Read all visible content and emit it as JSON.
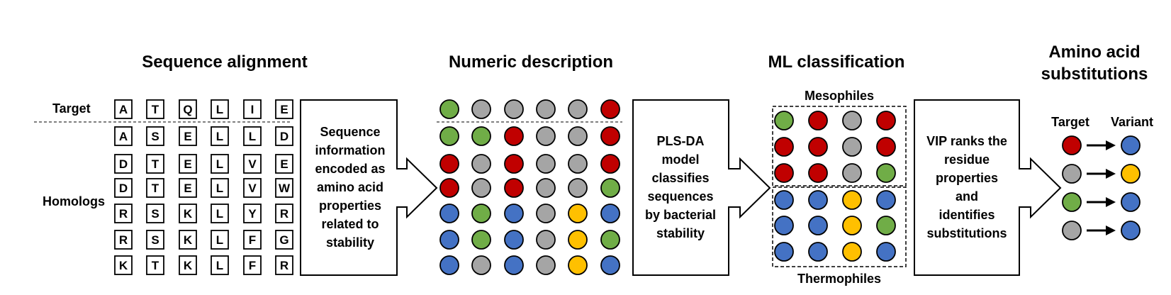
{
  "colors": {
    "green": "#70AD47",
    "gray": "#A5A5A5",
    "red": "#C00000",
    "blue": "#4472C4",
    "yellow": "#FFC000"
  },
  "sections": {
    "alignment": "Sequence alignment",
    "numeric": "Numeric description",
    "ml": "ML classification",
    "substitutions_line1": "Amino acid",
    "substitutions_line2": "substitutions"
  },
  "alignment": {
    "target_label": "Target",
    "homologs_label": "Homologs",
    "target": [
      "A",
      "T",
      "Q",
      "L",
      "I",
      "E"
    ],
    "homologs": [
      [
        "A",
        "S",
        "E",
        "L",
        "L",
        "D"
      ],
      [
        "D",
        "T",
        "E",
        "L",
        "V",
        "E"
      ],
      [
        "D",
        "T",
        "E",
        "L",
        "V",
        "W"
      ],
      [
        "R",
        "S",
        "K",
        "L",
        "Y",
        "R"
      ],
      [
        "R",
        "S",
        "K",
        "L",
        "F",
        "G"
      ],
      [
        "K",
        "T",
        "K",
        "L",
        "F",
        "R"
      ]
    ]
  },
  "process_boxes": {
    "encode": [
      "Sequence",
      "information",
      "encoded as",
      "amino acid",
      "properties",
      "related to",
      "stability"
    ],
    "plsda": [
      "PLS-DA",
      "model",
      "classifies",
      "sequences",
      "by bacterial",
      "stability"
    ],
    "vip": [
      "VIP ranks the",
      "residue",
      "properties",
      "and",
      "identifies",
      "substitutions"
    ]
  },
  "numeric": {
    "target": [
      "green",
      "gray",
      "gray",
      "gray",
      "gray",
      "red"
    ],
    "homologs": [
      [
        "green",
        "green",
        "red",
        "gray",
        "gray",
        "red"
      ],
      [
        "red",
        "gray",
        "red",
        "gray",
        "gray",
        "red"
      ],
      [
        "red",
        "gray",
        "red",
        "gray",
        "gray",
        "green"
      ],
      [
        "blue",
        "green",
        "blue",
        "gray",
        "yellow",
        "blue"
      ],
      [
        "blue",
        "green",
        "blue",
        "gray",
        "yellow",
        "green"
      ],
      [
        "blue",
        "gray",
        "blue",
        "gray",
        "yellow",
        "blue"
      ]
    ]
  },
  "classification": {
    "mesophiles_label": "Mesophiles",
    "thermophiles_label": "Thermophiles",
    "mesophiles": [
      [
        "green",
        "red",
        "gray",
        "red"
      ],
      [
        "red",
        "red",
        "gray",
        "red"
      ],
      [
        "red",
        "red",
        "gray",
        "green"
      ]
    ],
    "thermophiles": [
      [
        "blue",
        "blue",
        "yellow",
        "blue"
      ],
      [
        "blue",
        "blue",
        "yellow",
        "green"
      ],
      [
        "blue",
        "blue",
        "yellow",
        "blue"
      ]
    ]
  },
  "substitutions": {
    "target_label": "Target",
    "variant_label": "Variant",
    "pairs": [
      {
        "target": "red",
        "variant": "blue"
      },
      {
        "target": "gray",
        "variant": "yellow"
      },
      {
        "target": "green",
        "variant": "blue"
      },
      {
        "target": "gray",
        "variant": "blue"
      }
    ]
  }
}
